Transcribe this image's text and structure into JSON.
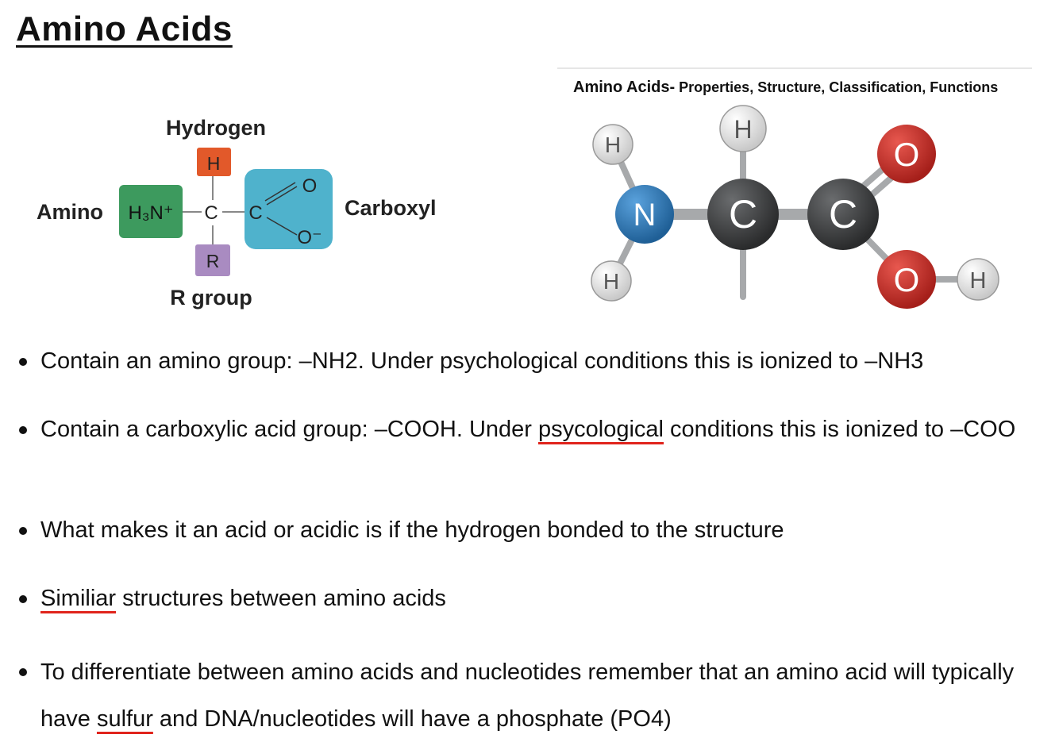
{
  "page": {
    "title": "Amino Acids"
  },
  "figure_left": {
    "label_hydrogen": "Hydrogen",
    "label_amino": "Amino",
    "label_carboxyl": "Carboxyl",
    "label_r_group": "R group",
    "box_h": "H",
    "box_amino": "H₃N⁺",
    "center_c": "C",
    "carboxyl_c": "C",
    "carboxyl_o_top": "O",
    "carboxyl_o_bottom": "O⁻",
    "box_r": "R",
    "colors": {
      "hydrogen": "#e2592a",
      "amino": "#3d9a5e",
      "carboxyl": "#4fb2cc",
      "r_group": "#a98bc1"
    }
  },
  "figure_right": {
    "caption_bold": "Amino Acids-",
    "caption_rest": " Properties, Structure, Classification, Functions",
    "atom_h": "H",
    "atom_n": "N",
    "atom_c": "C",
    "atom_o": "O",
    "colors": {
      "nitrogen": "#2f77b4",
      "carbon": "#3b3d3f",
      "oxygen": "#c8302a",
      "hydrogen": "#e4e4e4"
    }
  },
  "bullets": [
    {
      "parts": [
        "Contain an amino group: –NH2. Under psychological conditions this is ionized to –NH3"
      ]
    },
    {
      "parts": [
        "Contain a carboxylic acid group: –COOH. Under ",
        "psycological",
        " conditions this is ionized to –COO"
      ]
    },
    {
      "parts": [
        "What makes it an acid or acidic is if the hydrogen bonded to the structure"
      ]
    },
    {
      "parts": [
        "",
        "Similiar",
        " structures between amino acids"
      ]
    },
    {
      "parts": [
        "To differentiate between amino acids and nucleotides remember that an amino acid will typically have ",
        "sulfur",
        " and DNA/nucleotides will have a phosphate (PO4)"
      ]
    }
  ]
}
